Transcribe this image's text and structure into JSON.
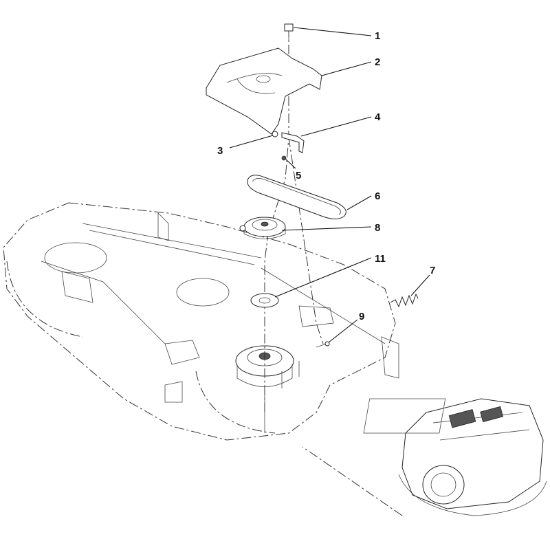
{
  "callouts": [
    {
      "id": "c1",
      "text": "1",
      "part": "bolt"
    },
    {
      "id": "c2",
      "text": "2",
      "part": "belt-cover"
    },
    {
      "id": "c3",
      "text": "3",
      "part": "nut"
    },
    {
      "id": "c4",
      "text": "4",
      "part": "bracket"
    },
    {
      "id": "c5",
      "text": "5",
      "part": "nut"
    },
    {
      "id": "c6",
      "text": "6",
      "part": "belt"
    },
    {
      "id": "c7",
      "text": "7",
      "part": "spring"
    },
    {
      "id": "c8",
      "text": "8",
      "part": "pulley"
    },
    {
      "id": "c9",
      "text": "9",
      "part": "pin"
    },
    {
      "id": "c11",
      "text": "11",
      "part": "washer"
    }
  ],
  "colors": {
    "line": "#111111",
    "background": "#ffffff"
  }
}
